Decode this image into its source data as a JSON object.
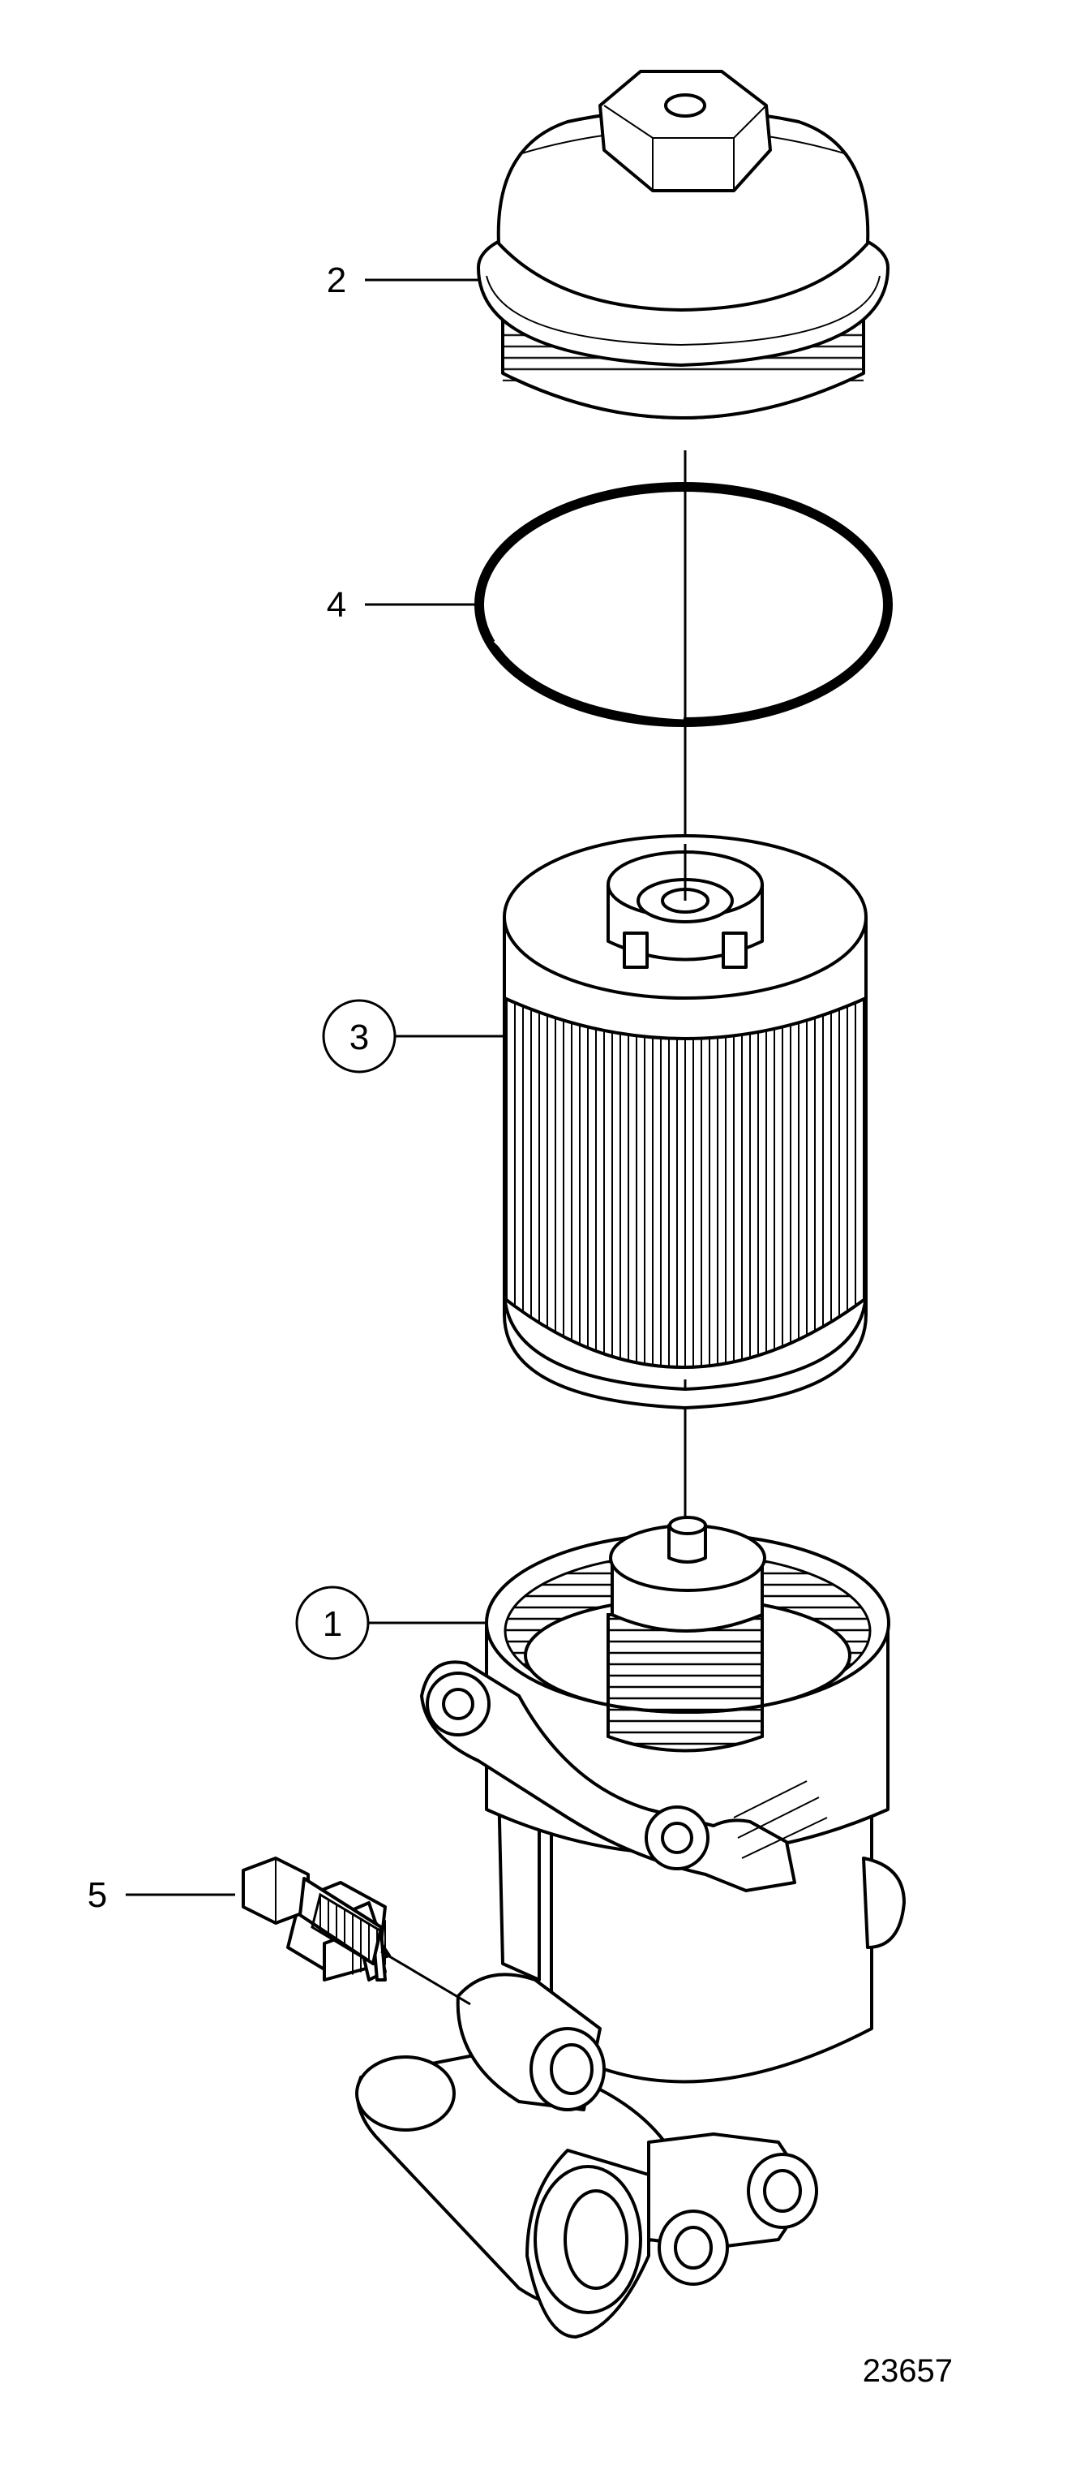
{
  "callouts": [
    {
      "id": "2",
      "circled": false
    },
    {
      "id": "4",
      "circled": false
    },
    {
      "id": "3",
      "circled": true
    },
    {
      "id": "1",
      "circled": true
    },
    {
      "id": "5",
      "circled": false
    }
  ],
  "figure_number": "23657",
  "parts": [
    "filter-cap",
    "o-ring",
    "filter-element",
    "filter-housing",
    "bolt"
  ]
}
